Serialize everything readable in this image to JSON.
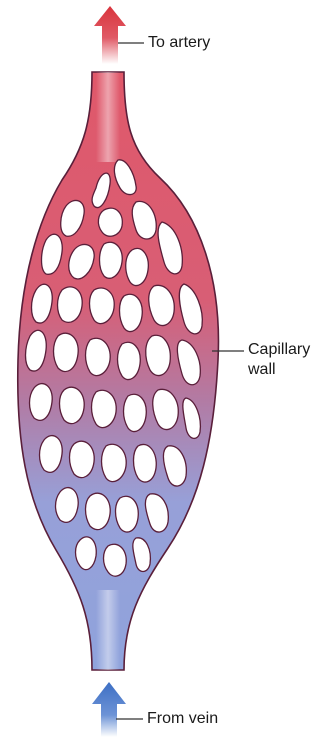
{
  "labels": {
    "top": "To artery",
    "wall_line1": "Capillary",
    "wall_line2": "wall",
    "bottom": "From vein"
  },
  "colors": {
    "arterial_red": "#d9343c",
    "vessel_top": "#e0586a",
    "vessel_mid": "#b87ba0",
    "vessel_bottom": "#8fa3dc",
    "venous_blue": "#4a78c8",
    "outline": "#5a1f3a",
    "leader_line": "#333333"
  }
}
